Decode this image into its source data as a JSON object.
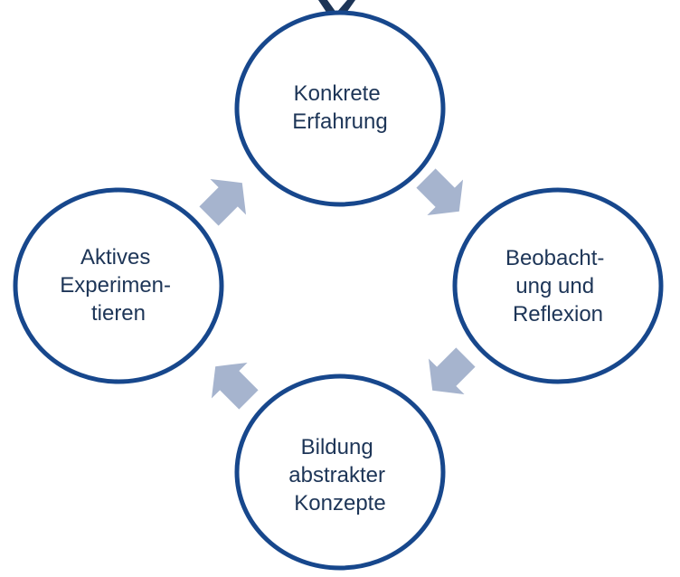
{
  "diagram": {
    "nodes": [
      {
        "id": "konkrete-erfahrung",
        "lines": [
          "Konkrete",
          "Erfahrung"
        ]
      },
      {
        "id": "beobachtung-reflexion",
        "lines": [
          "Beobacht-",
          "ung und",
          "Reflexion"
        ]
      },
      {
        "id": "abstrakte-konzepte",
        "lines": [
          "Bildung",
          "abstrakter",
          "Konzepte"
        ]
      },
      {
        "id": "aktives-experimentieren",
        "lines": [
          "Aktives",
          "Experimen-",
          "tieren"
        ]
      }
    ],
    "colors": {
      "circle_stroke": "#17478c",
      "text": "#1d3557",
      "arrow": "#a6b4ce"
    }
  }
}
